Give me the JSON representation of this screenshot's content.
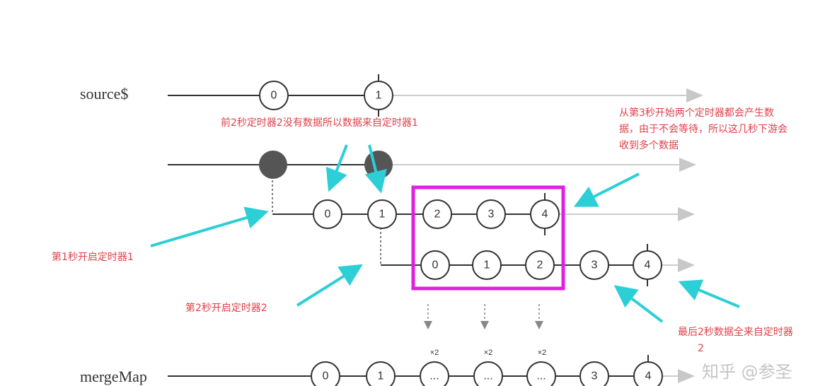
{
  "labels": {
    "source": "source$",
    "mergeMap": "mergeMap"
  },
  "rows": {
    "source": [
      "0",
      "1"
    ],
    "timer1": [
      "0",
      "1",
      "2",
      "3",
      "4"
    ],
    "timer2": [
      "0",
      "1",
      "2",
      "3",
      "4"
    ],
    "merged": [
      "0",
      "1",
      "...",
      "...",
      "...",
      "3",
      "4"
    ],
    "multiplier": "×2"
  },
  "notes": {
    "top": "前2秒定时器2没有数据所以数据来自定时器1",
    "right": [
      "从第3秒开始两个定时器都会产生数",
      "据，由于不会等待，所以这几秒下游会",
      "收到多个数据"
    ],
    "timer1_start": "第1秒开启定时器1",
    "timer2_start": "第2秒开启定时器2",
    "bottom_right": [
      "最后2秒数据全来自定时器",
      "2"
    ]
  },
  "watermark": "知乎 @参圣",
  "colors": {
    "note": "#e0404a",
    "arrow": "#2ccfd6",
    "highlight": "#e020e0",
    "line": "#333333",
    "faded": "#cccccc",
    "filled_marble": "#555555"
  }
}
